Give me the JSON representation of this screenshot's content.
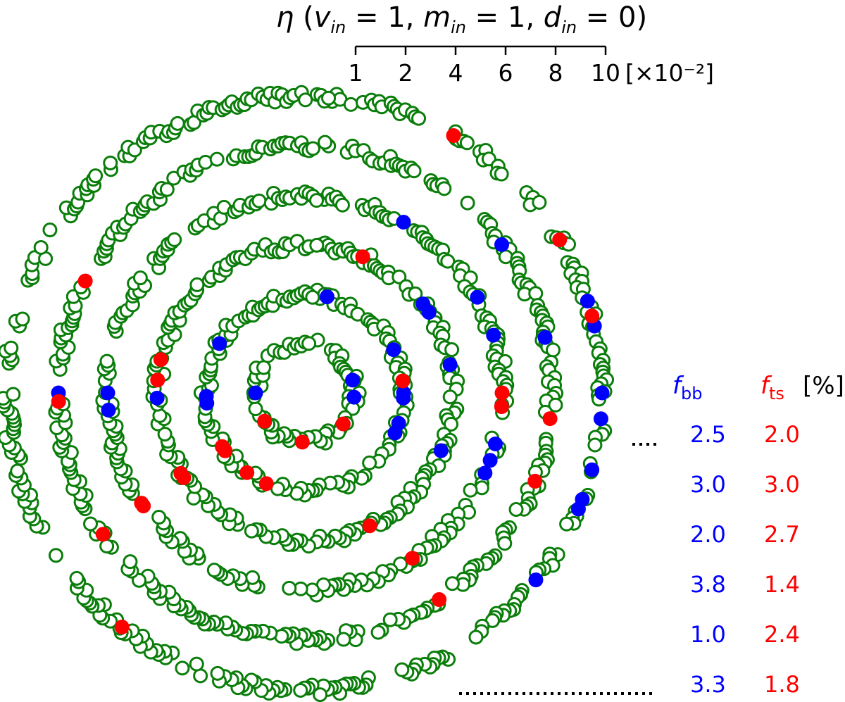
{
  "chart_data": {
    "type": "scatter",
    "title": "η (v_in = 1, m_in = 1, d_in = 0)",
    "title_parts": {
      "eta": "η",
      "v": "v",
      "m": "m",
      "d": "d",
      "sub": "in",
      "v_val": "1",
      "m_val": "1",
      "d_val": "0"
    },
    "scale_ticks": [
      "1",
      "2",
      "4",
      "6",
      "8",
      "10"
    ],
    "scale_unit": "[×10⁻²]",
    "rings_eta": [
      1,
      2,
      4,
      6,
      8,
      10
    ],
    "colors": {
      "normal": "#0a7d0a",
      "bb": "#0000ff",
      "ts": "#ff0000"
    },
    "bb_points_angles_deg": [
      [
        180,
        -15,
        5
      ],
      [
        -150,
        178,
        174,
        -77,
        -26,
        0,
        3,
        18,
        24
      ],
      [
        -37,
        -33,
        -11,
        178,
        23
      ],
      [
        -60,
        -29,
        -17,
        15,
        20,
        24,
        180,
        175
      ],
      [
        -37,
        -13,
        180
      ],
      [
        -18,
        -13,
        0,
        5,
        15,
        21,
        23,
        39
      ]
    ],
    "ts_points_angles_deg": [
      [
        145,
        93,
        39
      ],
      [
        -7,
        113,
        126,
        144,
        147
      ],
      [
        -67,
        -167,
        -175,
        147,
        145,
        64
      ],
      [
        0,
        4,
        146,
        145,
        57
      ],
      [
        -153,
        21,
        57,
        145,
        178,
        6
      ],
      [
        -60,
        -31,
        -15,
        128
      ]
    ],
    "table": {
      "header_bb": "f",
      "header_bb_sub": "bb",
      "header_ts": "f",
      "header_ts_sub": "ts",
      "header_unit": "[%]",
      "rows": [
        {
          "bb": "2.5",
          "ts": "2.0"
        },
        {
          "bb": "3.0",
          "ts": "3.0"
        },
        {
          "bb": "2.0",
          "ts": "2.7"
        },
        {
          "bb": "3.8",
          "ts": "1.4"
        },
        {
          "bb": "1.0",
          "ts": "2.4"
        },
        {
          "bb": "3.3",
          "ts": "1.8"
        }
      ]
    }
  }
}
